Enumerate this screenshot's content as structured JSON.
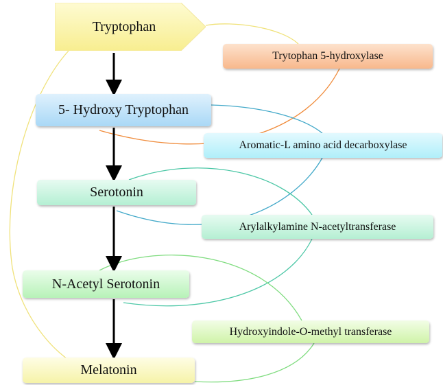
{
  "compounds": {
    "tryptophan": "Tryptophan",
    "hydroxy_tryptophan": "5- Hydroxy Tryptophan",
    "serotonin": "Serotonin",
    "n_acetyl_serotonin": "N-Acetyl Serotonin",
    "melatonin": "Melatonin"
  },
  "enzymes": {
    "tph": "Trytophan 5-hydroxylase",
    "aadc": "Aromatic-L amino acid decarboxylase",
    "aanat": "Arylalkylamine N-acetyltransferase",
    "hiomt": "Hydroxyindole-O-methyl transferase"
  },
  "colors": {
    "arrow": "#000000",
    "curve_yellow": "#f0e27a",
    "curve_orange": "#f08c3c",
    "curve_blue": "#43a9c9",
    "curve_teal": "#4cc7a6",
    "curve_green": "#7fdc7f"
  }
}
